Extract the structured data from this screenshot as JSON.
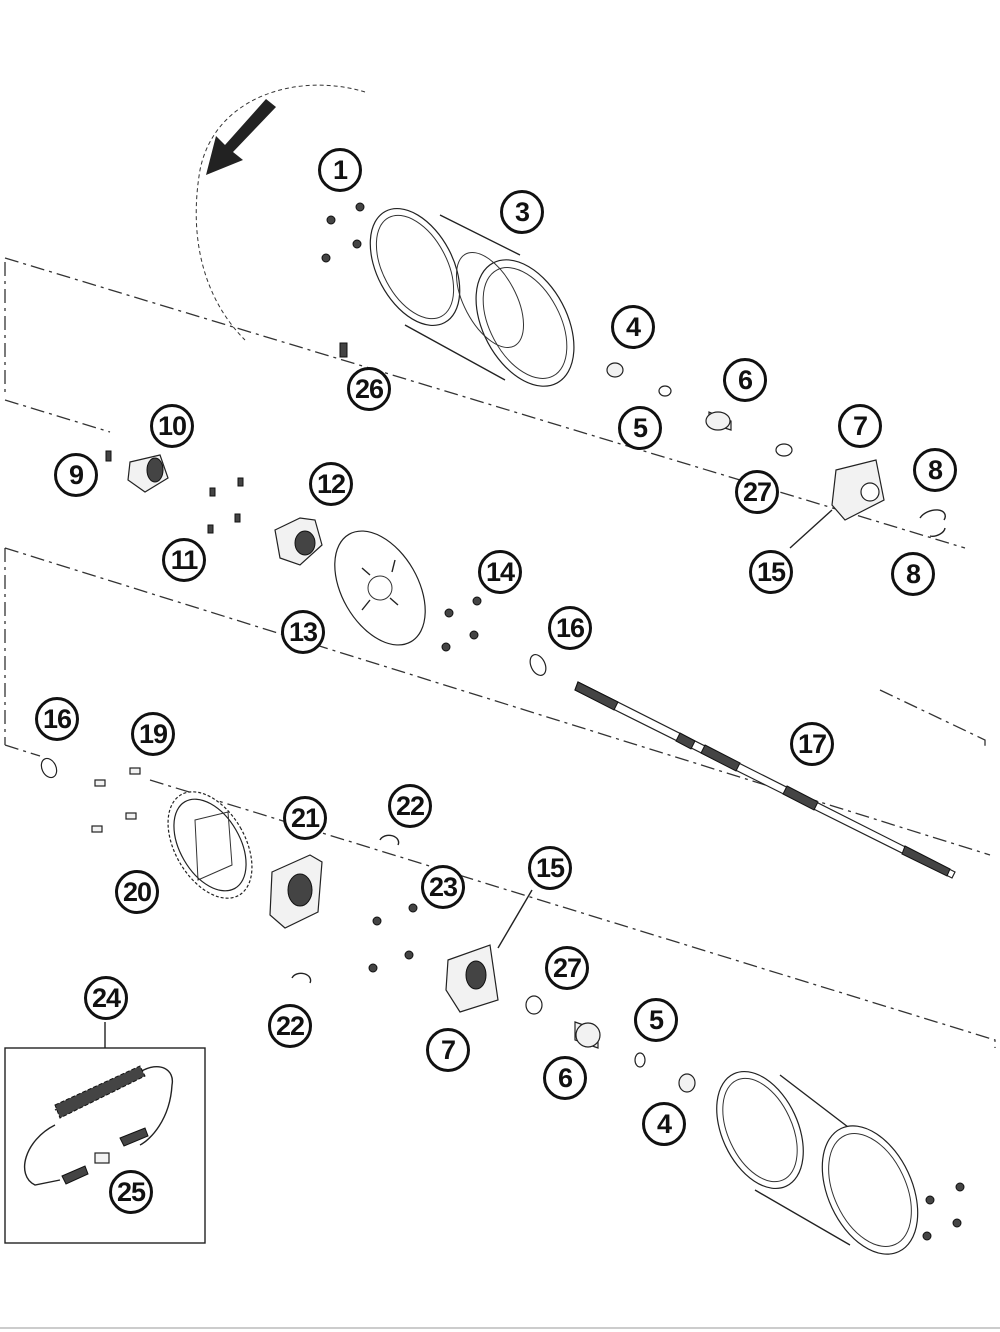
{
  "diagram": {
    "callouts": [
      {
        "id": "c1",
        "label": "1"
      },
      {
        "id": "c3",
        "label": "3"
      },
      {
        "id": "c26",
        "label": "26"
      },
      {
        "id": "c4a",
        "label": "4"
      },
      {
        "id": "c5a",
        "label": "5"
      },
      {
        "id": "c6a",
        "label": "6"
      },
      {
        "id": "c7a",
        "label": "7"
      },
      {
        "id": "c27a",
        "label": "27"
      },
      {
        "id": "c8a",
        "label": "8"
      },
      {
        "id": "c8b",
        "label": "8"
      },
      {
        "id": "c15a",
        "label": "15"
      },
      {
        "id": "c10",
        "label": "10"
      },
      {
        "id": "c9",
        "label": "9"
      },
      {
        "id": "c11",
        "label": "11"
      },
      {
        "id": "c12",
        "label": "12"
      },
      {
        "id": "c13",
        "label": "13"
      },
      {
        "id": "c14",
        "label": "14"
      },
      {
        "id": "c16a",
        "label": "16"
      },
      {
        "id": "c17",
        "label": "17"
      },
      {
        "id": "c16b",
        "label": "16"
      },
      {
        "id": "c19",
        "label": "19"
      },
      {
        "id": "c20",
        "label": "20"
      },
      {
        "id": "c21",
        "label": "21"
      },
      {
        "id": "c22a",
        "label": "22"
      },
      {
        "id": "c23",
        "label": "23"
      },
      {
        "id": "c15b",
        "label": "15"
      },
      {
        "id": "c22b",
        "label": "22"
      },
      {
        "id": "c27b",
        "label": "27"
      },
      {
        "id": "c7b",
        "label": "7"
      },
      {
        "id": "c5b",
        "label": "5"
      },
      {
        "id": "c6b",
        "label": "6"
      },
      {
        "id": "c4b",
        "label": "4"
      },
      {
        "id": "c24",
        "label": "24"
      },
      {
        "id": "c25",
        "label": "25"
      }
    ]
  }
}
